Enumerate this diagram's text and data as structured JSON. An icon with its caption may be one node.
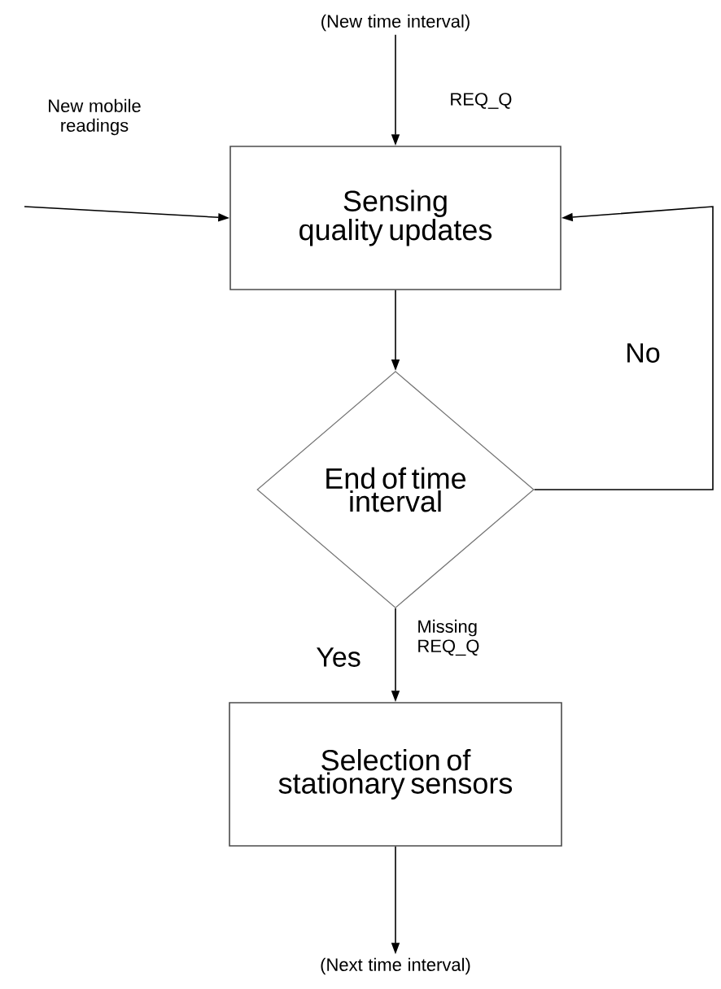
{
  "diagram": {
    "nodes": [
      {
        "text": [
          "(New time interval)"
        ]
      },
      {
        "text": [
          "Sensing quality updates"
        ]
      },
      {
        "text": [
          "End of time interval"
        ]
      },
      {
        "text": [
          "Selection of stationary sensors"
        ]
      },
      {
        "text": [
          "(Next time interval)"
        ]
      }
    ],
    "edges": [
      {
        "from": 0,
        "to": 1,
        "arrow": "to",
        "label": "REQ_Q"
      },
      {
        "from": null,
        "to": 1,
        "arrow": "to",
        "label": "New mobile readings"
      },
      {
        "from": 1,
        "to": 2,
        "arrow": "to"
      },
      {
        "from": 2,
        "to": 1,
        "arrow": "to",
        "label": "No"
      },
      {
        "from": 2,
        "to": 3,
        "arrow": "to",
        "label": "Missing REQ_Q"
      },
      {
        "from": 3,
        "to": 4,
        "arrow": "to"
      }
    ],
    "labels": [
      "Yes"
    ]
  }
}
